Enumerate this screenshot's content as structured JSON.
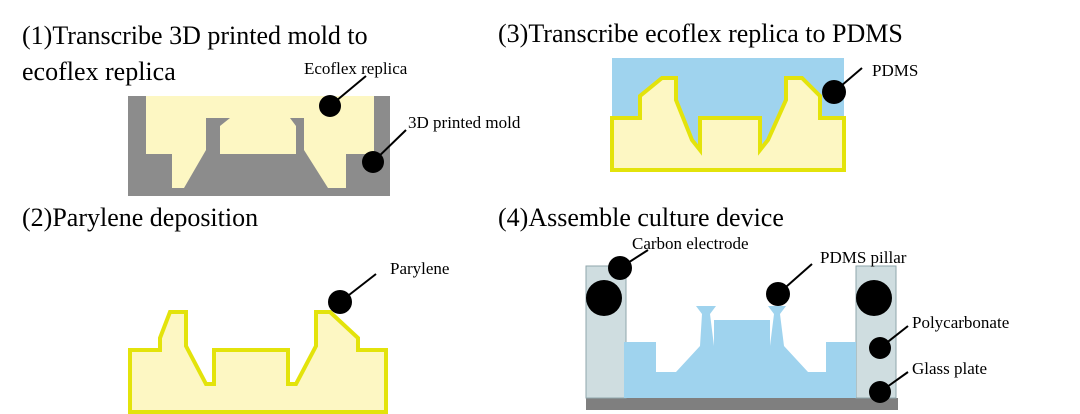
{
  "steps": [
    {
      "title_line1": "(1)Transcribe 3D printed mold to",
      "title_line2": "ecoflex replica"
    },
    {
      "title_line1": "(2)Parylene deposition"
    },
    {
      "title_line1": "(3)Transcribe ecoflex replica to PDMS"
    },
    {
      "title_line1": "(4)Assemble culture device"
    }
  ],
  "labels": {
    "ecoflex_replica": "Ecoflex replica",
    "printed_mold": "3D printed mold",
    "parylene": "Parylene",
    "pdms": "PDMS",
    "carbon_electrode": "Carbon electrode",
    "pdms_pillar": "PDMS pillar",
    "polycarbonate": "Polycarbonate",
    "glass_plate": "Glass plate"
  },
  "colors": {
    "ecoflex": "#fdf7c3",
    "mold": "#8c8c8c",
    "parylene": "#e3e30b",
    "pdms": "#9fd3ee",
    "polycarbonate": "#cfdde0",
    "glass": "#7f7f7f",
    "marker": "#000000"
  }
}
